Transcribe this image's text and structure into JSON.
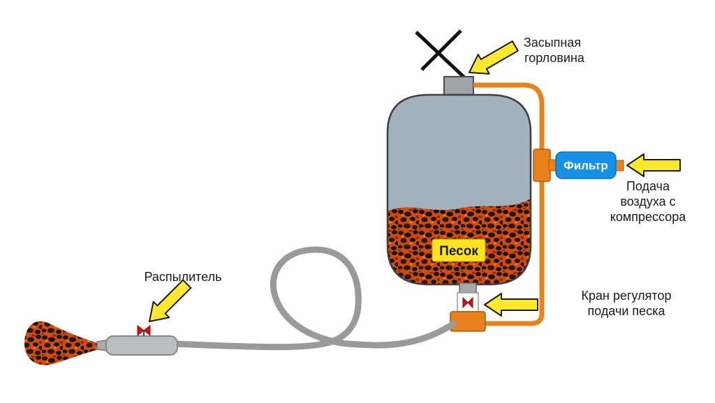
{
  "labels": {
    "filler_neck_line1": "Засыпная",
    "filler_neck_line2": "горловина",
    "filter": "Фильтр",
    "air_line1": "Подача",
    "air_line2": "воздуха с",
    "air_line3": "компрессора",
    "sand": "Песок",
    "valve_line1": "Кран регулятор",
    "valve_line2": "подачи песка",
    "sprayer": "Распылитель"
  },
  "colors": {
    "arrow_yellow": "#ffe92e",
    "pipe_orange": "#e8821a",
    "filter_blue": "#1691e8",
    "sand_orange": "#d14a10",
    "tank_gray": "#a3b1bc",
    "hose_gray": "#9a9a9a",
    "valve_red": "#cc1111",
    "sand_label_yellow": "#ffe31f"
  }
}
